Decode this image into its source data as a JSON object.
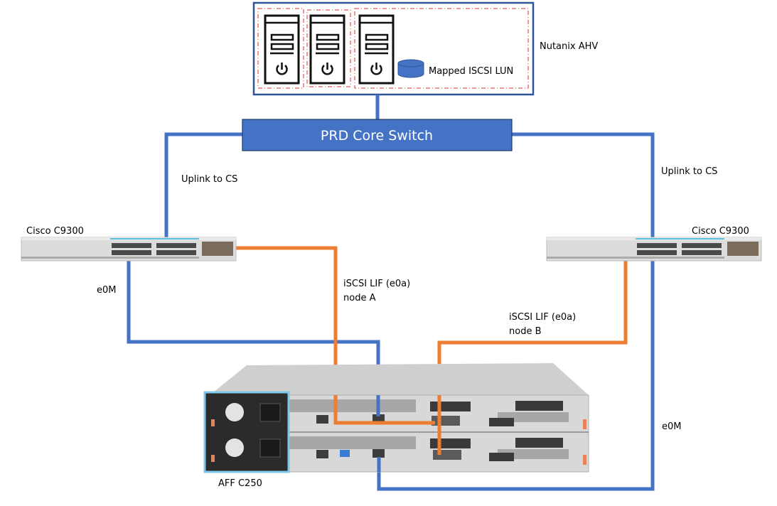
{
  "diagram": {
    "cluster": {
      "label": "Nutanix AHV",
      "host_count": 3,
      "storage_label": "Mapped ISCSI LUN"
    },
    "core_switch": {
      "label": "PRD Core Switch"
    },
    "switches": [
      {
        "id": "left",
        "label": "Cisco C9300"
      },
      {
        "id": "right",
        "label": "Cisco C9300"
      }
    ],
    "storage_array": {
      "label": "AFF C250"
    },
    "links": {
      "uplink_left": "Uplink to CS",
      "uplink_right": "Uplink to CS",
      "e0m_left": "e0M",
      "e0m_right": "e0M",
      "iscsi_a_line1": "iSCSI LIF (e0a)",
      "iscsi_a_line2": "node A",
      "iscsi_b_line1": "iSCSI LIF (e0a)",
      "iscsi_b_line2": "node B"
    },
    "colors": {
      "mgmt_link": "#4472C4",
      "iscsi_link": "#ED7D31",
      "core_switch_fill": "#4472C4",
      "cluster_border": "#2F5597",
      "host_group_border": "#E03030",
      "lun_fill": "#4472C4"
    }
  }
}
